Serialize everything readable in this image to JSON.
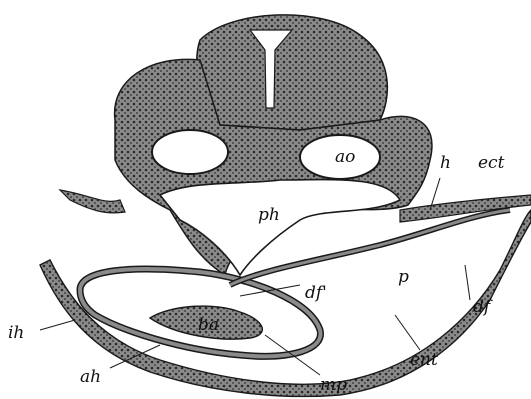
{
  "figure": {
    "colors": {
      "background": "#ffffff",
      "tissue_fill": "#7a7a7a",
      "tissue_stroke": "#1a1a1a",
      "lumen": "#ffffff"
    },
    "labels": {
      "ao": "ao",
      "ph": "ph",
      "h": "h",
      "ect": "ect",
      "p": "p",
      "df_prime": "df'",
      "df": "df",
      "ent": "ent",
      "ih": "ih",
      "ah": "ah",
      "mp": "mp",
      "ba": "ba"
    }
  }
}
